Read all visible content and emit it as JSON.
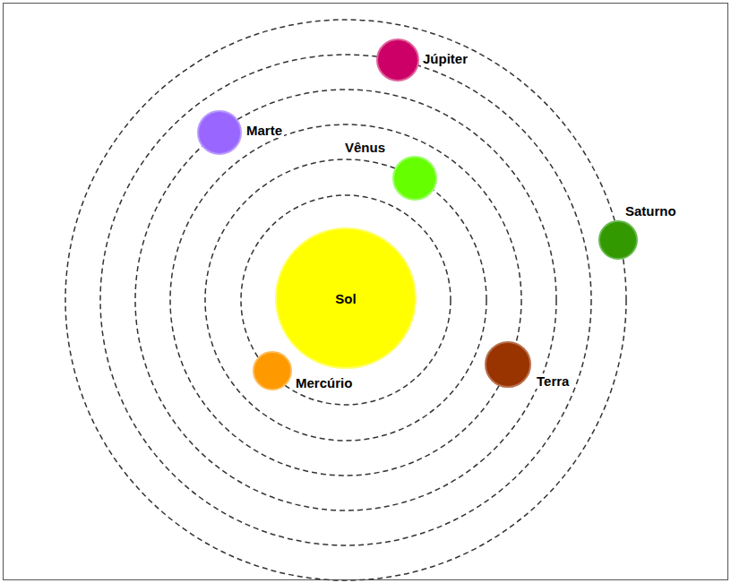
{
  "diagram": {
    "nodes": [
      {
        "text": [
          "Júpiter"
        ]
      },
      {
        "text": [
          "Marte"
        ]
      },
      {
        "text": [
          "Vênus"
        ]
      },
      {
        "text": [
          "Saturno"
        ]
      },
      {
        "text": [
          "Sol"
        ]
      },
      {
        "text": [
          "Mercúrio"
        ]
      },
      {
        "text": [
          "Terra"
        ]
      }
    ]
  }
}
